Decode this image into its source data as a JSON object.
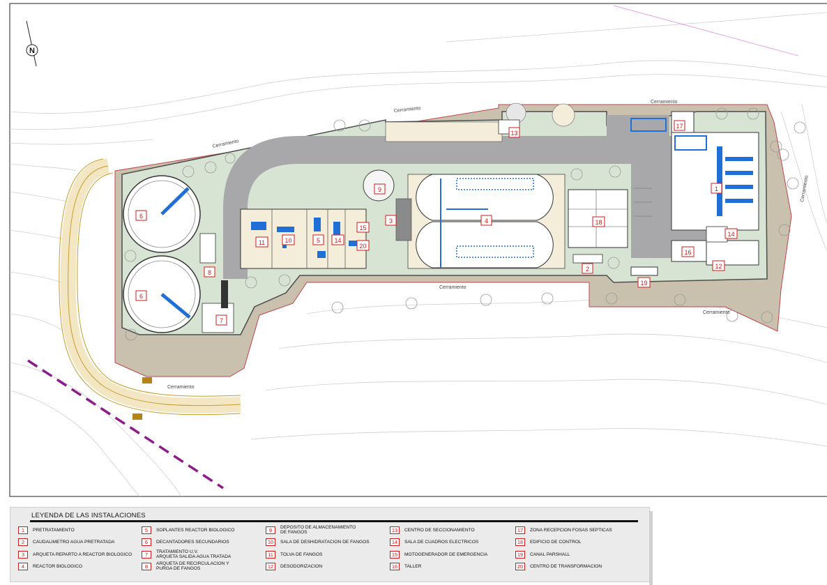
{
  "legend": {
    "title": "LEYENDA DE LAS INSTALACIONES",
    "items": [
      {
        "num": "1",
        "label": "PRETRATAMIENTO"
      },
      {
        "num": "2",
        "label": "CAUDALIMETRO AGUA PRETRATADA"
      },
      {
        "num": "3",
        "label": "ARQUETA REPARTO A REACTOR BIOLOGICO"
      },
      {
        "num": "4",
        "label": "REACTOR BIOLOGICO"
      },
      {
        "num": "5",
        "label": "SOPLANTES REACTOR BIOLOGICO"
      },
      {
        "num": "6",
        "label": "DECANTADORES SECUNDARIOS"
      },
      {
        "num": "7",
        "label": "TRATAMIENTO U.V.\nARQUETA SALIDA AGUA TRATADA"
      },
      {
        "num": "8",
        "label": "ARQUETA DE RECIRCULACION Y\nPURGA DE FANGOS"
      },
      {
        "num": "9",
        "label": "DEPOSITO DE ALMACENAMIENTO\nDE FANGOS"
      },
      {
        "num": "10",
        "label": "SALA DE DESHIDRATACION DE FANGOS"
      },
      {
        "num": "11",
        "label": "TOLVA DE FANGOS"
      },
      {
        "num": "12",
        "label": "DESODORIZACION"
      },
      {
        "num": "13",
        "label": "CENTRO DE SECCIONAMIENTO"
      },
      {
        "num": "14",
        "label": "SALA DE CUADROS ELECTRICOS"
      },
      {
        "num": "15",
        "label": "MOTOGENERADOR DE EMERGENCIA"
      },
      {
        "num": "16",
        "label": "TALLER"
      },
      {
        "num": "17",
        "label": "ZONA RECEPCION FOSAS SEPTICAS"
      },
      {
        "num": "18",
        "label": "EDIFICIO DE CONTROL"
      },
      {
        "num": "19",
        "label": "CANAL PARSHALL"
      },
      {
        "num": "20",
        "label": "CENTRO DE TRANSFORMACION"
      }
    ]
  },
  "plan": {
    "north_label": "N",
    "fence_label": "Cerramiento",
    "tags": [
      "13",
      "17",
      "9",
      "6",
      "1",
      "3",
      "4",
      "18",
      "11",
      "10",
      "5",
      "14",
      "15",
      "20",
      "14",
      "16",
      "2",
      "12",
      "19",
      "8",
      "6",
      "7"
    ]
  },
  "colors": {
    "tag_red": "#d21919",
    "road_gray": "#a8a8aa",
    "green_area": "#d7e4d3",
    "embankment": "#c9c1ad",
    "building_beige": "#f3edd9",
    "equipment_blue": "#1f6fd6",
    "fence_red": "#c2424b",
    "pipe_magenta": "#8b1d8b"
  }
}
